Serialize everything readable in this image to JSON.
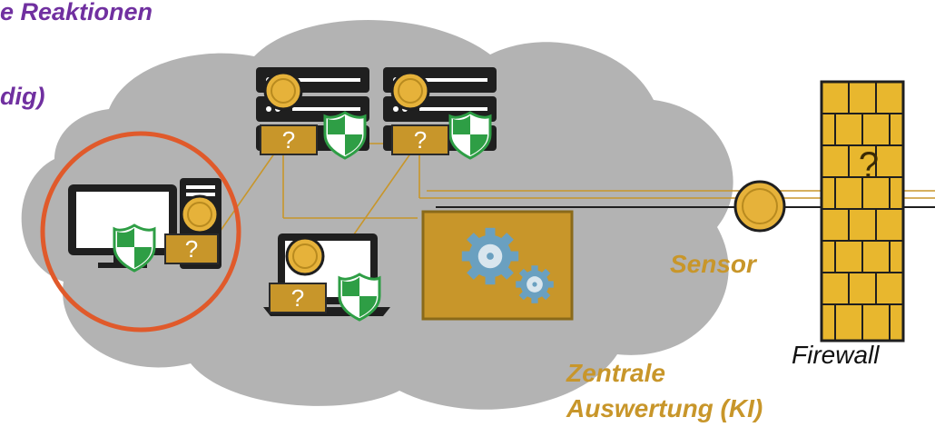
{
  "headline": {
    "line1": "e Reaktionen",
    "line2": "dig)"
  },
  "labels": {
    "sensor": "Sensor",
    "central_line1": "Zentrale",
    "central_line2": "Auswertung (KI)",
    "firewall": "Firewall"
  },
  "unknown_marker": "?",
  "colors": {
    "cloud": "#b3b3b3",
    "accent_gold": "#c8962a",
    "purple_text": "#7030a0",
    "highlight_ring": "#e05a2b",
    "device_dark": "#1f1f1f",
    "shield_green": "#2e9e45",
    "firewall_fill": "#e8b72e"
  },
  "icons": [
    "server-icon",
    "desktop-computer-icon",
    "laptop-icon",
    "shield-icon",
    "gear-icon",
    "sensor-icon",
    "firewall-icon"
  ]
}
